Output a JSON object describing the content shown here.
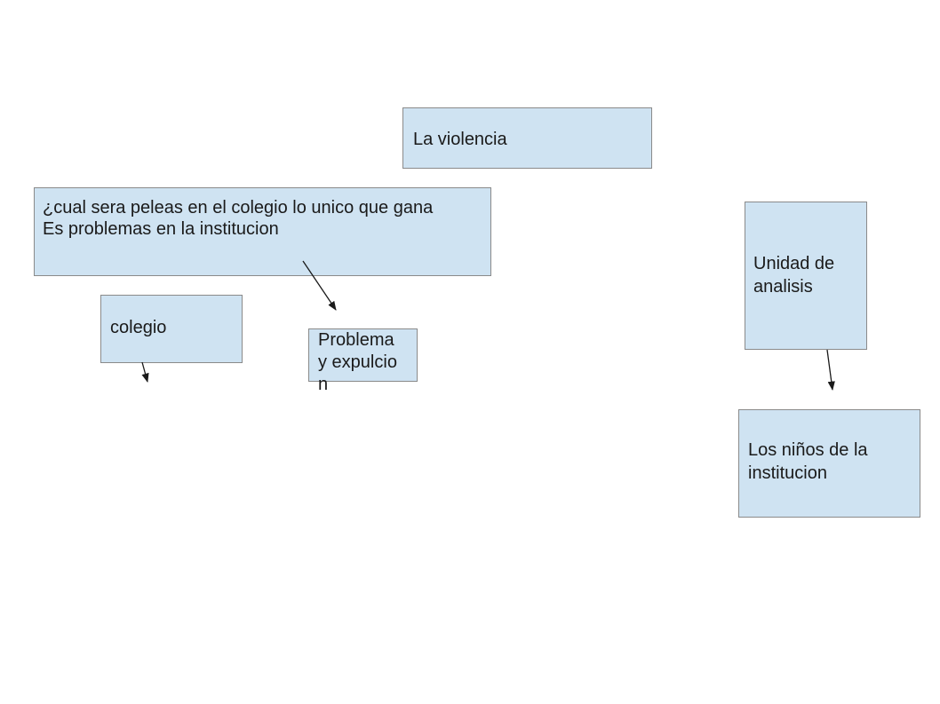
{
  "nodes": {
    "violencia": {
      "text": "La violencia"
    },
    "question": {
      "line1": "¿cual sera peleas en el colegio lo unico que gana",
      "line2": "Es problemas en la institucion"
    },
    "colegio": {
      "text": "colegio"
    },
    "problema": {
      "text": "Problema y expulcion"
    },
    "unidad": {
      "text": "Unidad de analisis"
    },
    "ninos": {
      "text": "Los niños de la institucion"
    }
  },
  "colors": {
    "box_fill": "#cfe3f2",
    "box_border": "#8a8a8a",
    "arrow": "#1a1a1a"
  },
  "edges": [
    {
      "from": "question",
      "to": "problema"
    },
    {
      "from": "colegio",
      "to": "empty"
    },
    {
      "from": "unidad",
      "to": "ninos"
    }
  ]
}
